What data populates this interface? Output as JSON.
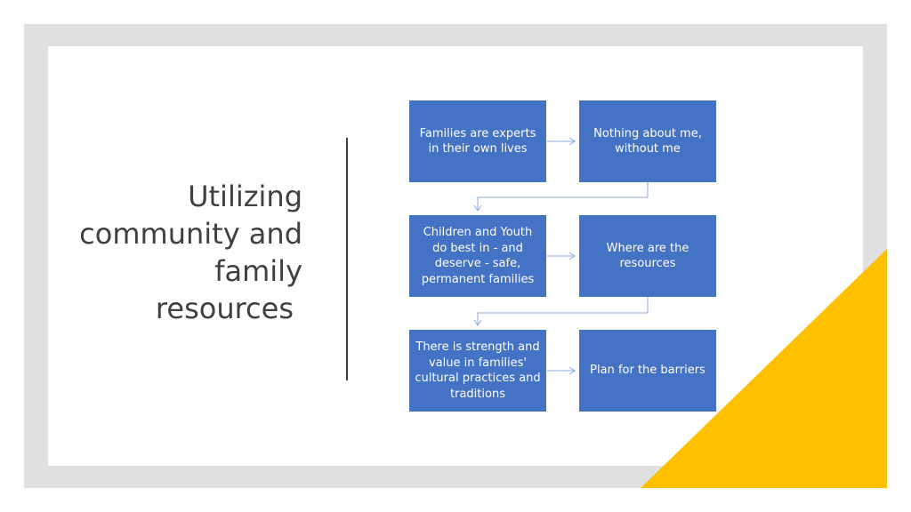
{
  "slide": {
    "title_lines": [
      "Utilizing",
      "community and",
      "family",
      "resources "
    ],
    "accent_color": "#ffc000",
    "box_color": "#4472c4",
    "connector_color": "#8eaadb"
  },
  "flow": {
    "boxes": [
      {
        "text": "Families are experts\nin their own lives"
      },
      {
        "text": "Nothing about me,\nwithout me"
      },
      {
        "text": "Children  and Youth\ndo best in - and\ndeserve - safe,\npermanent families"
      },
      {
        "text": "Where are the\nresources"
      },
      {
        "text": "There is strength and\nvalue in families'\ncultural practices and\ntraditions"
      },
      {
        "text": "Plan for the barriers"
      }
    ]
  }
}
